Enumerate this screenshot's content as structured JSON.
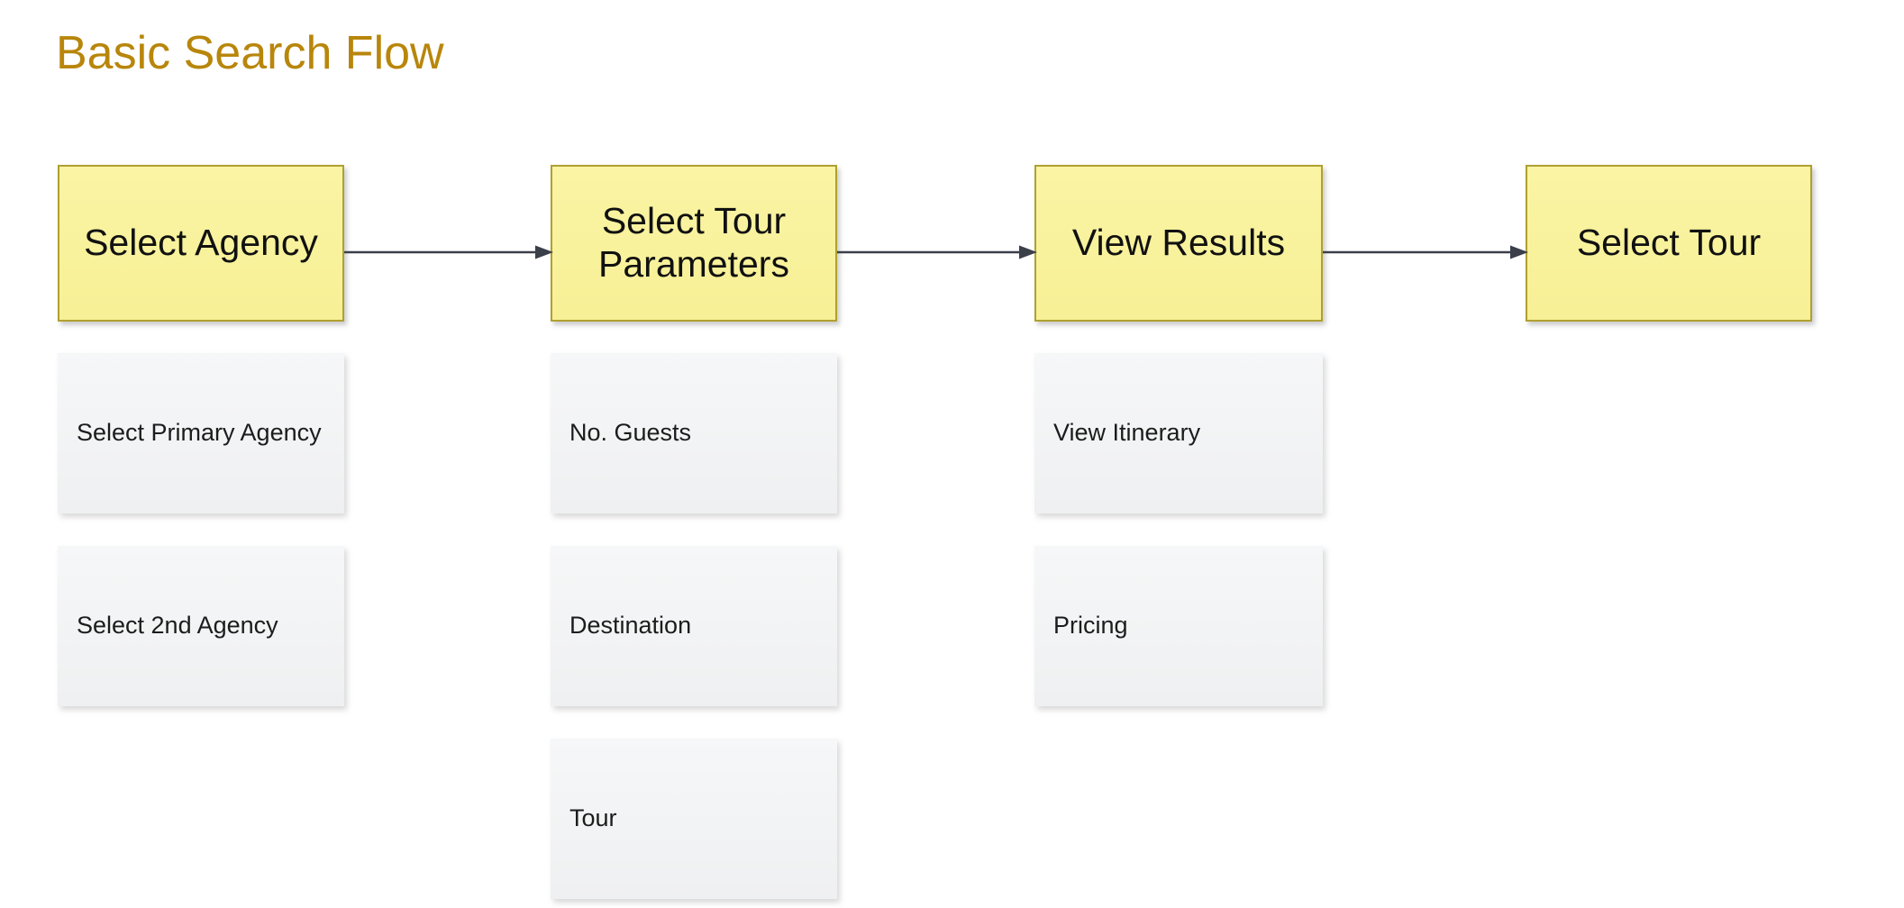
{
  "title": "Basic Search Flow",
  "theme": {
    "title_color": "#b8860b",
    "primary_fill": "#f7f096",
    "primary_border": "#b0a030",
    "primary_text": "#111111",
    "sub_fill": "#f2f3f4",
    "sub_text": "#1c1c1c",
    "arrow_color": "#3a3f4a",
    "background": "#ffffff"
  },
  "flow": {
    "columns": [
      {
        "primary": {
          "label": "Select Agency"
        },
        "subs": [
          {
            "label": "Select Primary Agency"
          },
          {
            "label": "Select 2nd Agency"
          }
        ]
      },
      {
        "primary": {
          "label": "Select Tour Parameters"
        },
        "subs": [
          {
            "label": "No. Guests"
          },
          {
            "label": "Destination"
          },
          {
            "label": "Tour"
          }
        ]
      },
      {
        "primary": {
          "label": "View Results"
        },
        "subs": [
          {
            "label": "View Itinerary"
          },
          {
            "label": "Pricing"
          }
        ]
      },
      {
        "primary": {
          "label": "Select Tour"
        },
        "subs": []
      }
    ],
    "connectors": [
      {
        "from": "Select Agency",
        "to": "Select Tour Parameters",
        "type": "arrow-right"
      },
      {
        "from": "Select Tour Parameters",
        "to": "View Results",
        "type": "arrow-right"
      },
      {
        "from": "View Results",
        "to": "Select Tour",
        "type": "arrow-right"
      }
    ]
  }
}
